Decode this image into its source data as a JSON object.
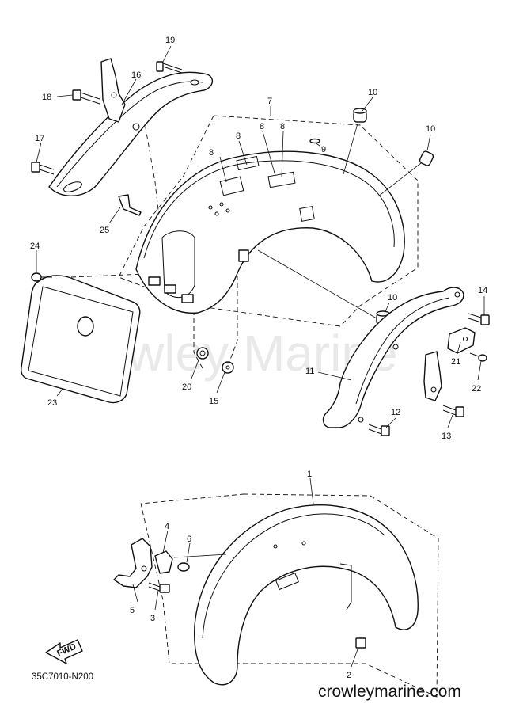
{
  "watermark": "Crowley Marine",
  "diagram_code": "35C7010-N200",
  "website": "crowleymarine.com",
  "fwd_label": "FWD",
  "callouts": {
    "c1": "1",
    "c2": "2",
    "c3": "3",
    "c4": "4",
    "c5": "5",
    "c6": "6",
    "c7": "7",
    "c8a": "8",
    "c8b": "8",
    "c8c": "8",
    "c8d": "8",
    "c9": "9",
    "c10a": "10",
    "c10b": "10",
    "c10c": "10",
    "c11": "11",
    "c12": "12",
    "c13": "13",
    "c14": "14",
    "c15": "15",
    "c16": "16",
    "c17": "17",
    "c18": "18",
    "c19": "19",
    "c20": "20",
    "c21": "21",
    "c22": "22",
    "c23": "23",
    "c24": "24",
    "c25": "25"
  }
}
